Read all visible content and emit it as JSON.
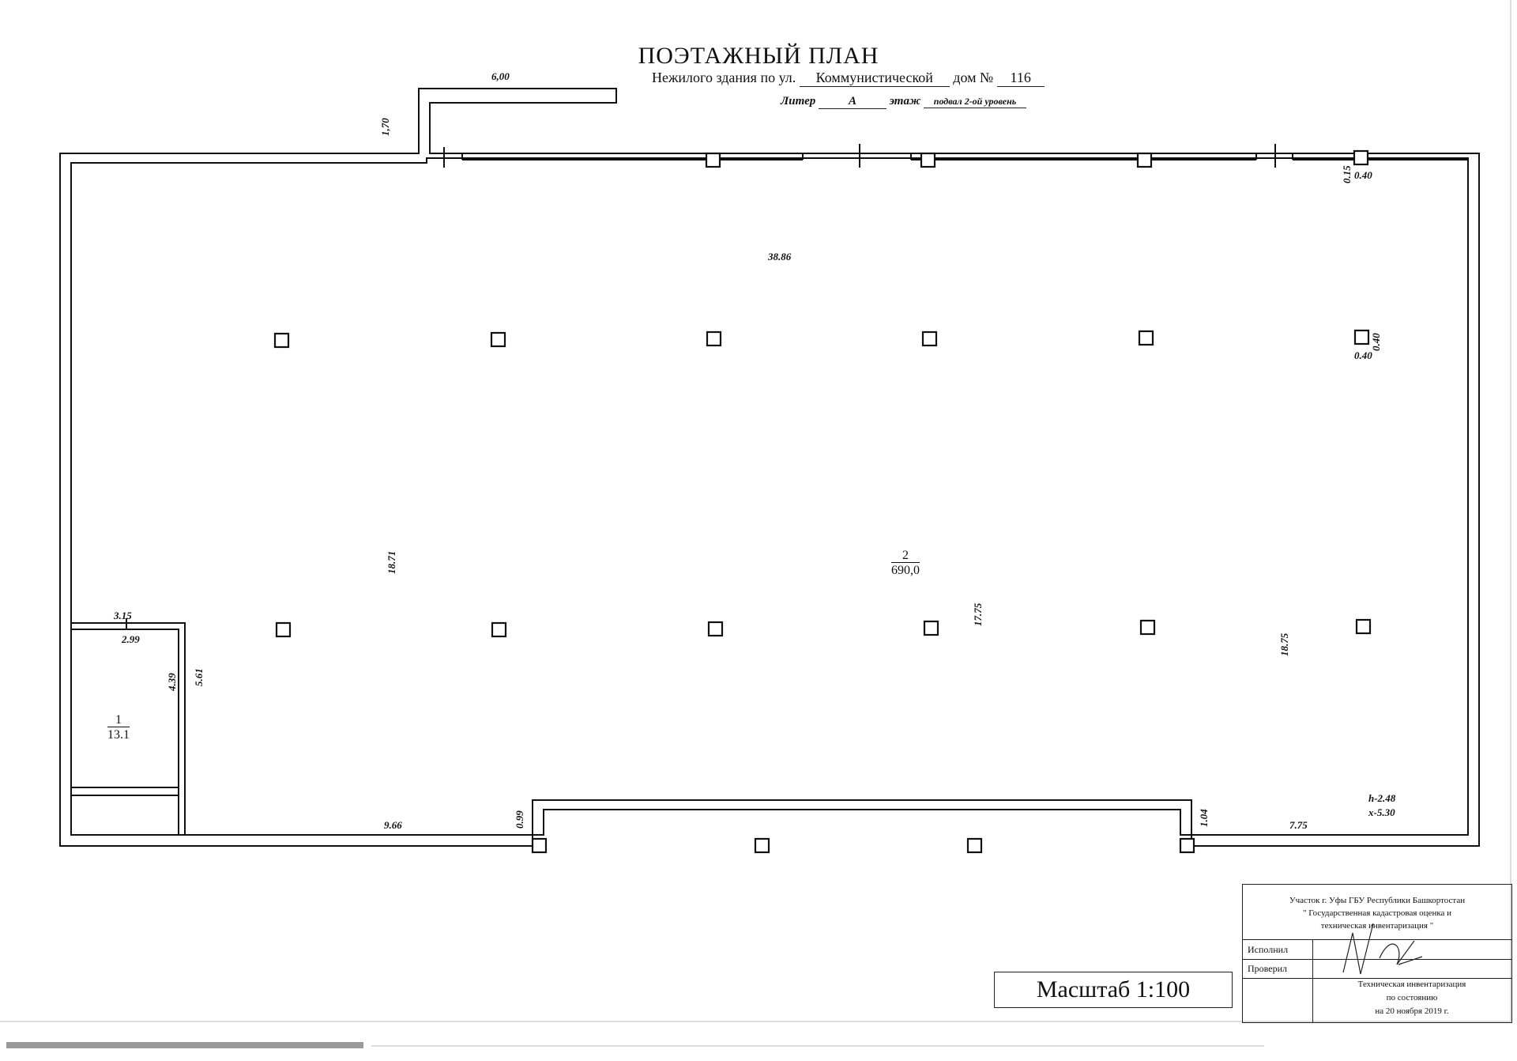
{
  "header": {
    "title": "ПОЭТАЖНЫЙ ПЛАН",
    "subtitle_prefix": "Нежилого здания по ул.",
    "street": "Коммунистической",
    "house_prefix": "дом №",
    "house_number": "116",
    "liter_prefix": "Литер",
    "liter": "А",
    "floor_prefix": "этаж",
    "floor": "подвал 2-ой уровень"
  },
  "dimensions": {
    "annex_width": "6,00",
    "annex_height": "1,70",
    "top_length": "38.86",
    "column_size_top": "0.40",
    "wall_thickness": "0.15",
    "column_size_mid": "0.40",
    "column_size_mid_v": "0.40",
    "left_height": "18.71",
    "mid_height": "17.75",
    "right_height": "18.75",
    "small_room_width_outer": "3.15",
    "small_room_width_inner": "2.99",
    "small_room_h1": "4.39",
    "small_room_h2": "5.61",
    "bottom_left": "9.66",
    "notch_left": "0.99",
    "notch_right": "1.04",
    "bottom_right": "7.75",
    "ceiling_height": "h-2.48",
    "floor_level": "x-5.30"
  },
  "rooms": [
    {
      "number": "2",
      "area": "690,0"
    },
    {
      "number": "1",
      "area": "13.1"
    }
  ],
  "scale": {
    "label": "Масштаб 1:100"
  },
  "stamp": {
    "org_line1": "Участок г. Уфы ГБУ Республики Башкортостан",
    "org_line2": "\" Государственная кадастровая оценка и",
    "org_line3": "техническая инвентаризация \"",
    "executed_label": "Исполнил",
    "checked_label": "Проверил",
    "footer_line1": "Техническая инвентаризация",
    "footer_line2": "по состоянию",
    "footer_line3": "на  20 ноября  2019 г."
  },
  "colors": {
    "ink": "#111111",
    "paper": "#ffffff",
    "gray_band": "#9a9a9a"
  }
}
